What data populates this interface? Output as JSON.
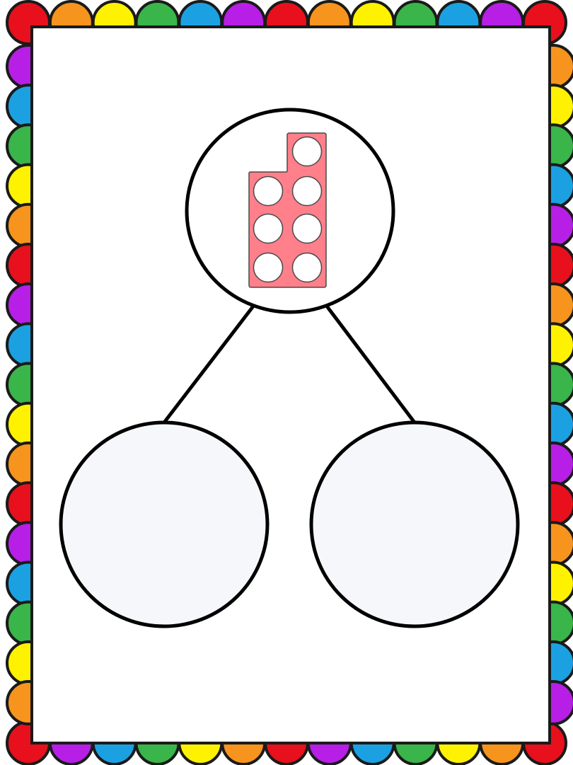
{
  "border": {
    "palette": {
      "red": "#e8101c",
      "orange": "#f7941d",
      "yellow": "#fff200",
      "green": "#39b54a",
      "blue": "#1ba1e2",
      "purple": "#b71fe6"
    },
    "top_sequence": [
      "red",
      "orange",
      "yellow",
      "green",
      "blue",
      "purple",
      "red",
      "orange",
      "yellow",
      "green",
      "blue",
      "purple",
      "red"
    ],
    "bottom_sequence": [
      "red",
      "purple",
      "blue",
      "green",
      "yellow",
      "orange",
      "red",
      "purple",
      "blue",
      "green",
      "yellow",
      "orange",
      "red"
    ],
    "left_sequence": [
      "purple",
      "blue",
      "green",
      "yellow",
      "orange",
      "red",
      "purple",
      "blue",
      "green",
      "yellow",
      "orange",
      "red",
      "purple",
      "blue",
      "green",
      "yellow",
      "orange"
    ],
    "right_sequence": [
      "orange",
      "yellow",
      "green",
      "blue",
      "purple",
      "red",
      "orange",
      "yellow",
      "green",
      "blue",
      "purple",
      "red",
      "orange",
      "yellow",
      "green",
      "blue",
      "purple"
    ],
    "outline_color": "#1a1a1a"
  },
  "panel_color": "#ffffff",
  "part_whole": {
    "whole": {
      "fill": "#ffffff",
      "numicon": {
        "value": 7,
        "color": "#ff7f8a",
        "hole_color": "#ffffff"
      }
    },
    "parts": [
      {
        "fill": "#f5f7fb"
      },
      {
        "fill": "#f5f7fb"
      }
    ],
    "line_color": "#000000"
  }
}
